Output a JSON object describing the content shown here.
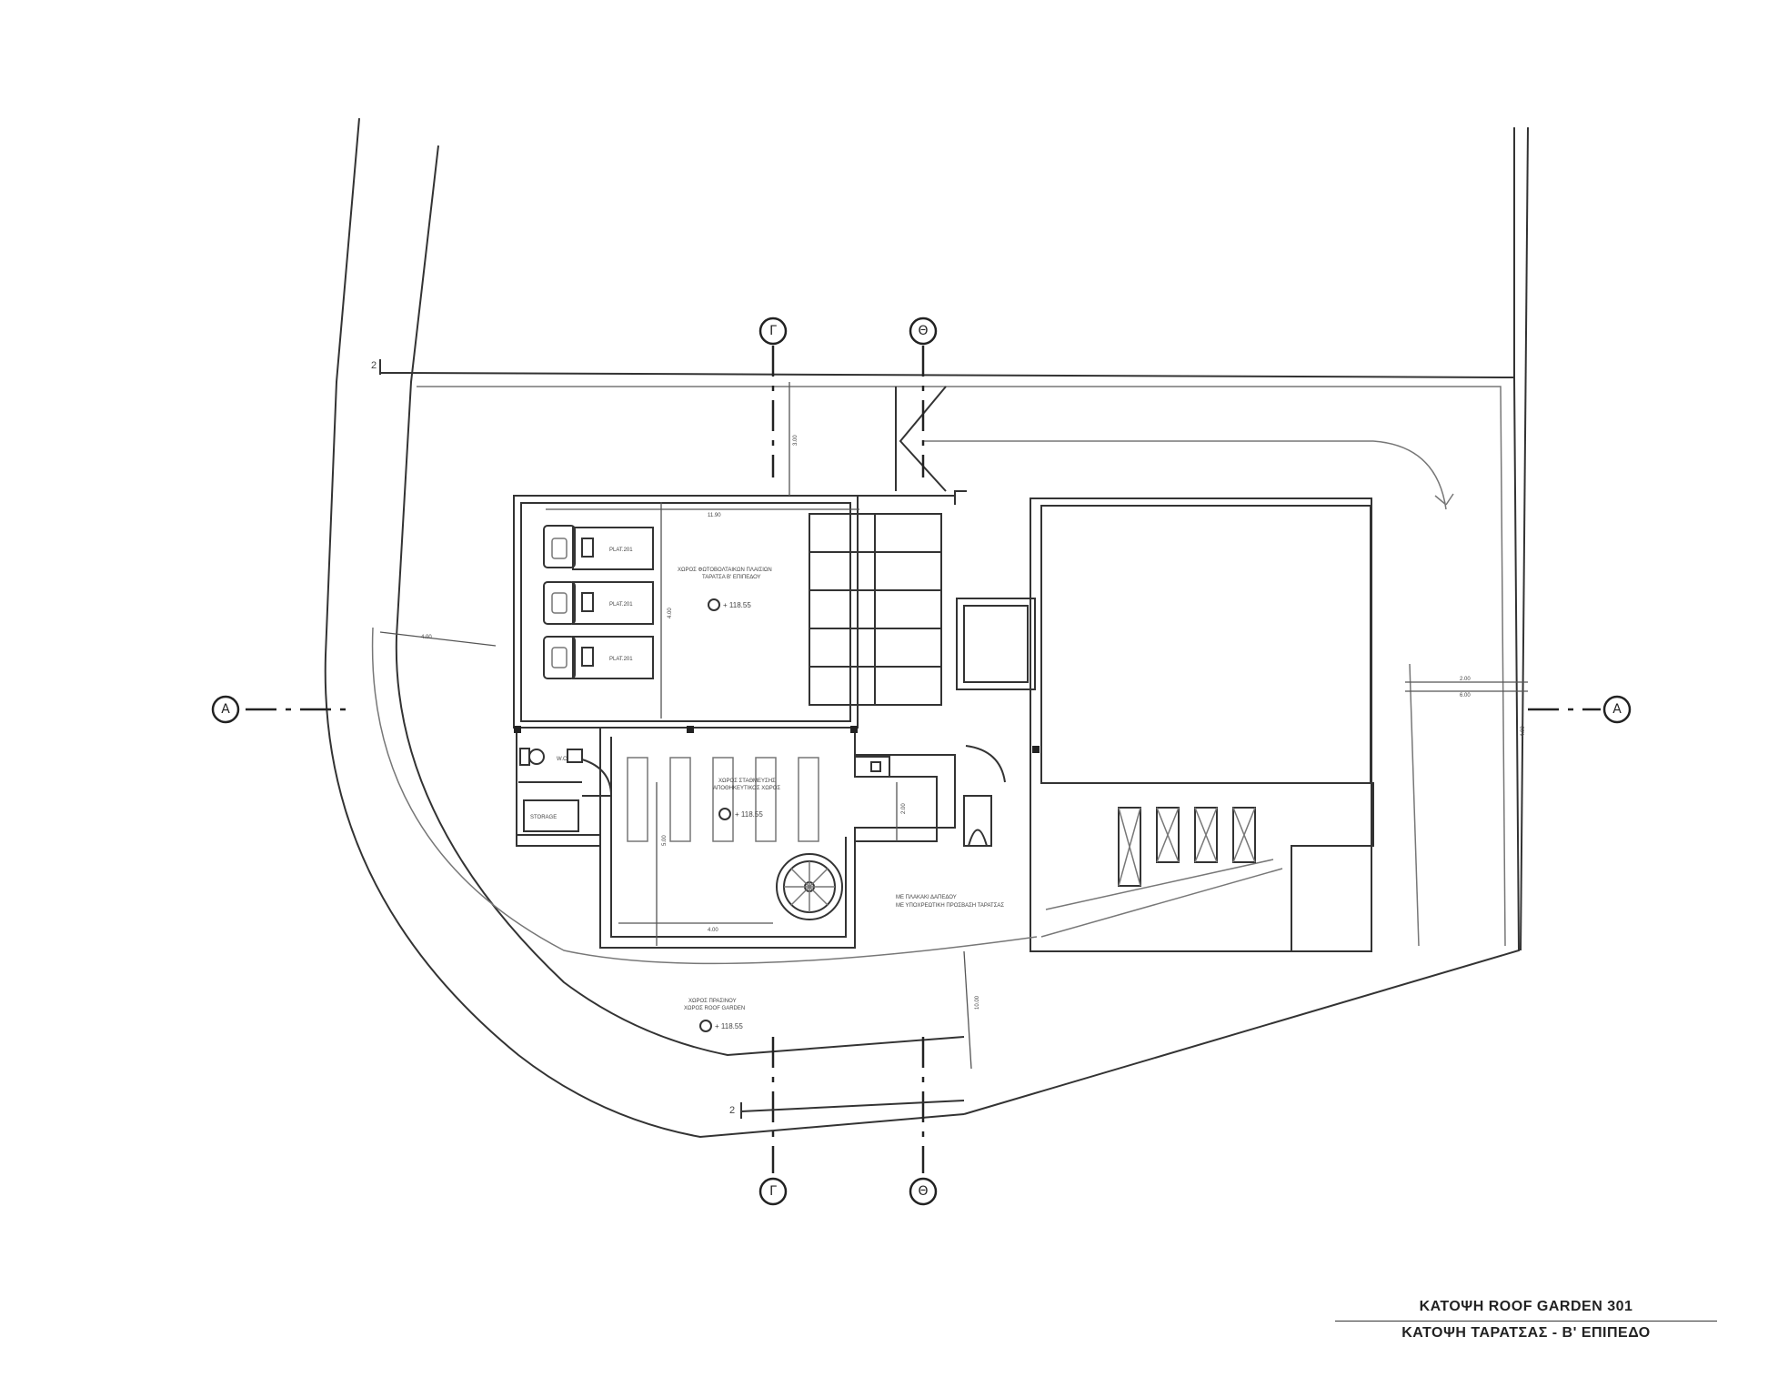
{
  "title": {
    "line1": "ΚΑΤΟΨΗ ROOF GARDEN 301",
    "line2": "ΚΑΤΟΨΗ ΤΑΡΑΤΣΑΣ - Β' ΕΠΙΠΕΔΟ"
  },
  "axes": {
    "a_left": "Α",
    "a_right": "Α",
    "g_top": "Γ",
    "g_bottom": "Γ",
    "th_top": "Θ",
    "th_bottom": "Θ"
  },
  "section_marks": {
    "s1": "2",
    "s2": "2"
  },
  "panels": {
    "p1": "PLAT.201",
    "p2": "PLAT.201",
    "p3": "PLAT.201"
  },
  "notes": {
    "roof_area_label": "ΧΩΡΟΣ ΦΩΤΟΒΟΛΤΑΙΚΩΝ ΠΛΑΙΣΙΩΝ",
    "roof_area_label2": "ΤΑΡΑΤΣΑ Β' ΕΠΙΠΕΔΟΥ",
    "roof_level": "+ 118.55",
    "mid_area_label": "ΧΩΡΟΣ ΣΤΑΘΜΕΥΣΗΣ",
    "mid_area_label2": "ΑΠΟΘΗΚΕΥΤΙΚΟΣ ΧΩΡΟΣ",
    "mid_level": "+ 118.55",
    "garden_label": "ΧΩΡΟΣ ΠΡΑΣΙΝΟΥ",
    "garden_label2": "ΧΩΡΟΣ ROOF GARDEN",
    "garden_level": "+ 118.55",
    "access_note": "ΜΕ ΠΛΑΚΑΚΙ ΔΑΠΕΔΟΥ",
    "access_note2": "ΜΕ ΥΠΟΧΡΕΩΤΙΚΗ ΠΡΟΣΒΑΣΗ ΤΑΡΑΤΣΑΣ",
    "storage": "STORAGE",
    "wc": "W.C."
  },
  "dimensions": {
    "d1": "11.90",
    "d2": "3.00",
    "d3": "4.00",
    "d4": "4.00",
    "d5": "2.00",
    "d6": "5.00",
    "d7": "4.00",
    "d8": "10.00",
    "d9": "4.00",
    "d10": "2.00",
    "d11": "6.00"
  }
}
